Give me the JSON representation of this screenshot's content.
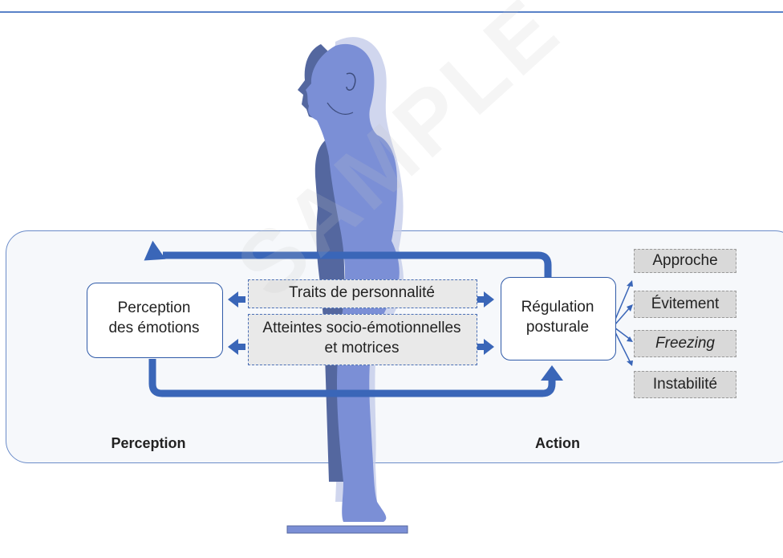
{
  "diagram": {
    "perception_box": {
      "line1": "Perception",
      "line2": "des émotions"
    },
    "regulation_box": {
      "line1": "Régulation",
      "line2": "posturale"
    },
    "traits": "Traits de personnalité",
    "atteintes": {
      "line1": "Atteintes socio-émotionnelles",
      "line2": "et motrices"
    },
    "outcomes": [
      "Approche",
      "Évitement",
      "Freezing",
      "Instabilité"
    ],
    "labels": {
      "perception": "Perception",
      "action": "Action"
    },
    "colors": {
      "accent": "#3a66b8",
      "figure": "#7b8fd6",
      "figure_dark": "#54679f",
      "figure_ghost": "#c4ccea",
      "panel": "#f6f8fb"
    }
  },
  "watermark": "SAMPLE"
}
